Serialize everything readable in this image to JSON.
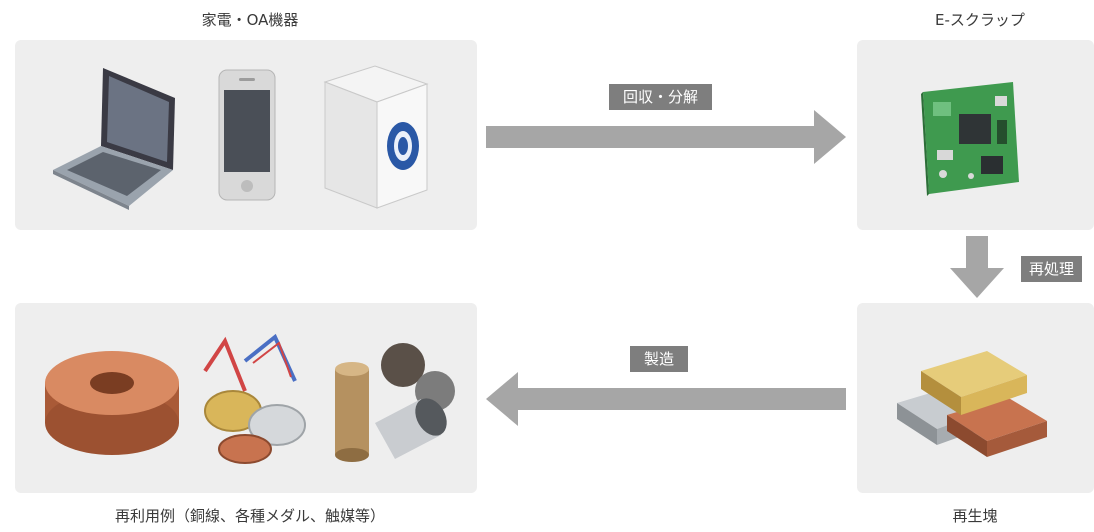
{
  "nodes": {
    "appliances": {
      "label": "家電・OA機器"
    },
    "escrap": {
      "label": "E-スクラップ"
    },
    "ingot": {
      "label": "再生塊"
    },
    "reuse": {
      "label": "再利用例（銅線、各種メダル、触媒等）"
    }
  },
  "steps": {
    "collect": {
      "label": "回収・分解"
    },
    "reprocess": {
      "label": "再処理"
    },
    "manufacture": {
      "label": "製造"
    }
  },
  "colors": {
    "box_bg": "#eeeeee",
    "arrow": "#a6a6a6",
    "tag_bg": "#7e7e7e",
    "copper": "#c8734f",
    "gold": "#d9b65a",
    "pcb_green": "#3f9a4f"
  }
}
